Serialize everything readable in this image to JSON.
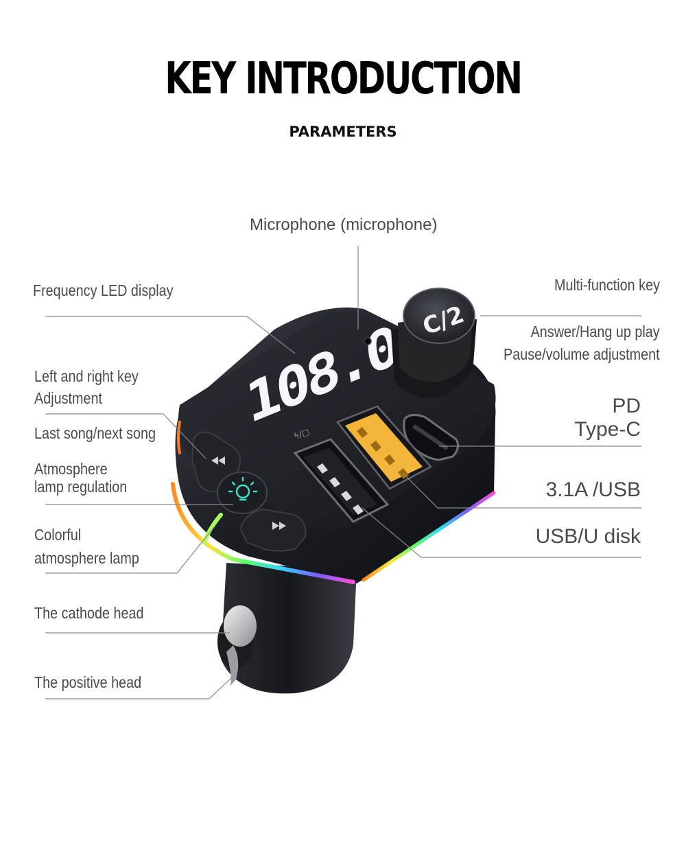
{
  "header": {
    "title": "KEY INTRODUCTION",
    "subtitle": "PARAMETERS"
  },
  "labels": {
    "microphone": "Microphone (microphone)",
    "frequency_led": "Frequency LED display",
    "multi_function_key": "Multi-function key",
    "answer_hangup": "Answer/Hang up play",
    "pause_volume": "Pause/volume adjustment",
    "pd": "PD",
    "type_c": "Type-C",
    "left_right_key": "Left and right key",
    "adjustment": "Adjustment",
    "last_next_song": "Last song/next song",
    "atmosphere": "Atmosphere",
    "lamp_regulation": "lamp regulation",
    "usb_31a": "3.1A /USB",
    "colorful": "Colorful",
    "atmosphere_lamp": "atmosphere lamp",
    "usb_udisk": "USB/U disk",
    "cathode_head": "The cathode head",
    "positive_head": "The positive head"
  },
  "device": {
    "display_digits": "108.0",
    "knob_text": "C/2",
    "port_marker": "ϟ/□",
    "colors": {
      "body": "#1c1f24",
      "usb_orange": "#f4b63a",
      "led_white": "#f5f7fa"
    }
  }
}
